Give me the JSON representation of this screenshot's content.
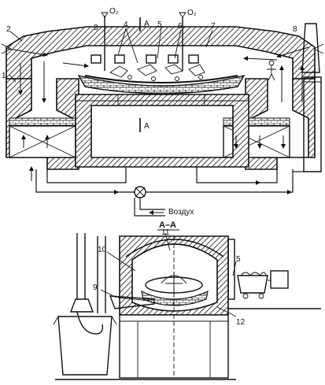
{
  "section_label": "А–А",
  "section_mark": "А",
  "air_label": "Воздух",
  "oxygen_label": "O₂",
  "numbers": {
    "n1": "1",
    "n2": "2",
    "n3": "3",
    "n4": "4",
    "n5": "5",
    "n6": "6",
    "n7": "7",
    "n8": "8",
    "n9": "9",
    "n10": "10",
    "n11": "11",
    "n12": "12",
    "s5": "5"
  }
}
